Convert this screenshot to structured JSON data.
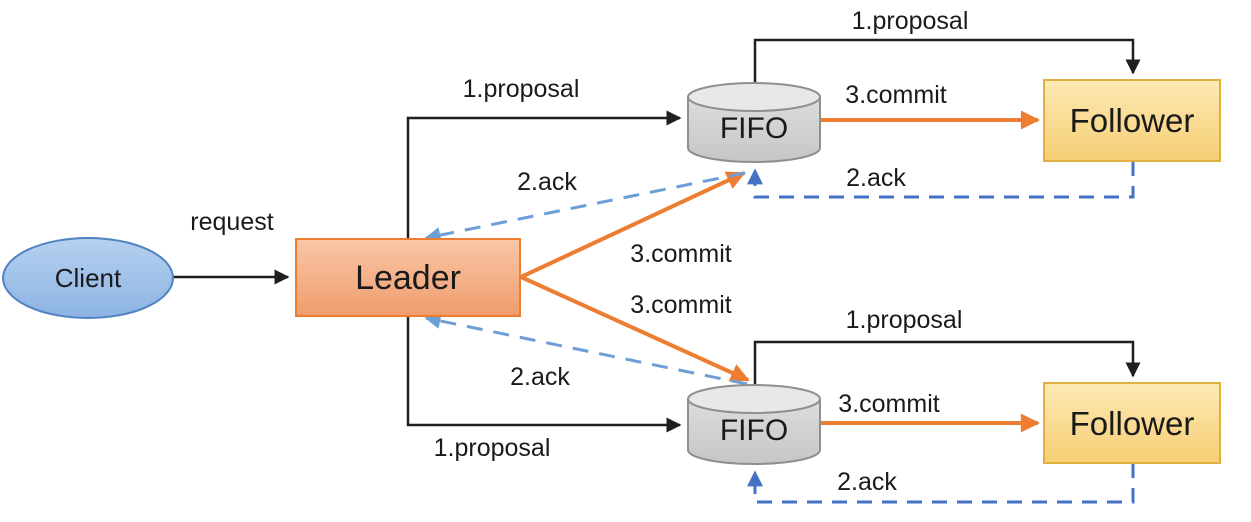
{
  "nodes": {
    "client": "Client",
    "leader": "Leader",
    "fifo_top": "FIFO",
    "fifo_bottom": "FIFO",
    "follower_top": "Follower",
    "follower_bottom": "Follower"
  },
  "labels": {
    "request": "request",
    "proposal_top_left": "1.proposal",
    "proposal_top_right": "1.proposal",
    "proposal_bottom_left": "1.proposal",
    "proposal_bottom_right": "1.proposal",
    "commit_mid_top": "3.commit",
    "commit_mid_bottom": "3.commit",
    "commit_top_right": "3.commit",
    "commit_bottom_right": "3.commit",
    "ack_mid_top": "2.ack",
    "ack_mid_bottom": "2.ack",
    "ack_top_right": "2.ack",
    "ack_bottom_right": "2.ack"
  },
  "colors": {
    "edge_black": "#1f1f1f",
    "edge_orange": "#ED7D31",
    "edge_ack_light_blue": "#6D9ED6",
    "edge_ack_royal_blue": "#4472C4",
    "client_fill": "#9DC3EA",
    "client_border": "#5183C4",
    "leader_fill": "#F4A97E",
    "leader_border": "#ED7D31",
    "fifo_fill": "#D2D2D2",
    "fifo_border": "#8F8F8F",
    "follower_fill": "#F9D88B",
    "follower_border": "#DFB140",
    "background": "#FFFFFF"
  }
}
